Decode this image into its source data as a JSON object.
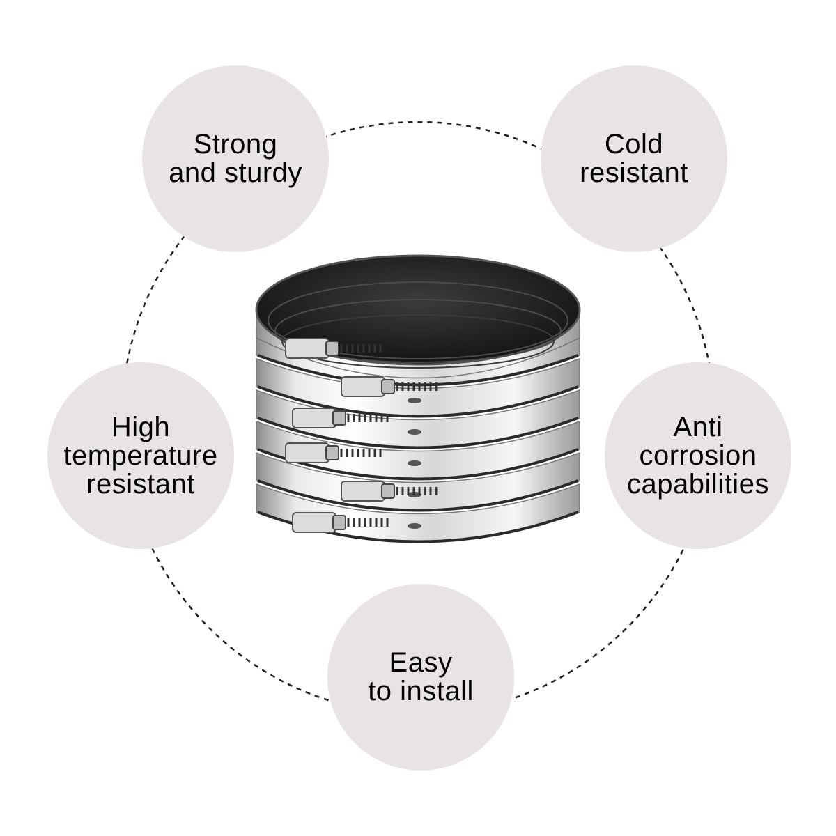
{
  "colors": {
    "background": "#ffffff",
    "circle_fill": "#e8e4e3",
    "ring_stroke": "#222222",
    "text": "#000000"
  },
  "product_image": {
    "icon": "stacked-pipe-couplings-image"
  },
  "features": [
    {
      "lines": [
        "Strong",
        "and sturdy"
      ]
    },
    {
      "lines": [
        "Cold",
        "resistant"
      ]
    },
    {
      "lines": [
        "High",
        "temperature",
        "resistant"
      ]
    },
    {
      "lines": [
        "Anti",
        "corrosion",
        "capabilities"
      ]
    },
    {
      "lines": [
        "Easy",
        "to install"
      ]
    }
  ]
}
